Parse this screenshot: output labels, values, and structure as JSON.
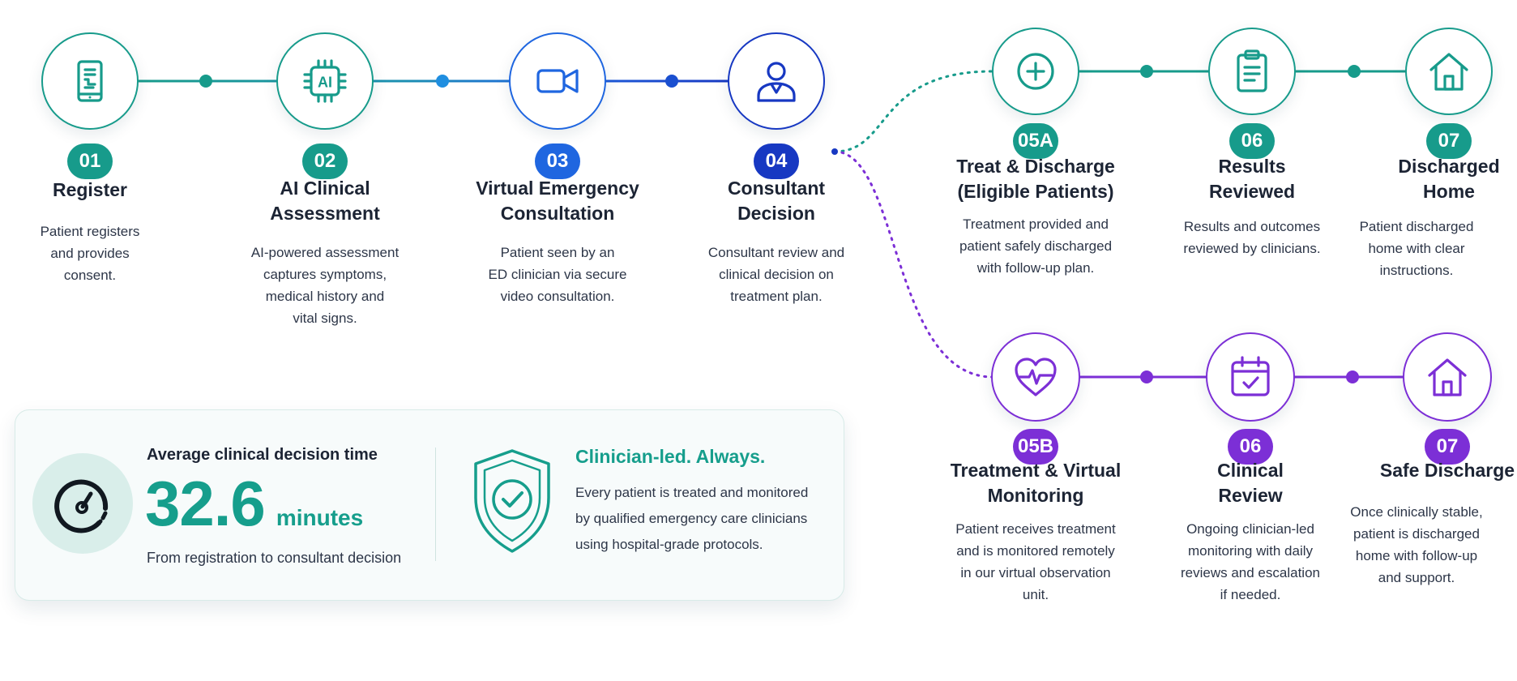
{
  "colors": {
    "teal": "#179b8b",
    "blue": "#1f66e0",
    "navy": "#1738c2",
    "purple": "#7c2fd6"
  },
  "steps": [
    {
      "id": "s01",
      "badge": "01",
      "title": [
        "Register"
      ],
      "desc": [
        "Patient registers",
        "and provides",
        "consent."
      ],
      "icon": "smartphone-icon",
      "color": "#179b8b"
    },
    {
      "id": "s02",
      "badge": "02",
      "title": [
        "AI Clinical",
        "Assessment"
      ],
      "desc": [
        "AI-powered assessment",
        "captures symptoms,",
        "medical history and",
        "vital signs."
      ],
      "icon": "ai-chip-icon",
      "color": "#179b8b"
    },
    {
      "id": "s03",
      "badge": "03",
      "title": [
        "Virtual Emergency",
        "Consultation"
      ],
      "desc": [
        "Patient seen by an",
        "ED clinician via secure",
        "video consultation."
      ],
      "icon": "video-camera-icon",
      "color": "#1f66e0"
    },
    {
      "id": "s04",
      "badge": "04",
      "title": [
        "Consultant",
        "Decision"
      ],
      "desc": [
        "Consultant review and",
        "clinical decision on",
        "treatment plan."
      ],
      "icon": "user-icon",
      "color": "#1738c2"
    },
    {
      "id": "s05a",
      "badge": "05A",
      "title": [
        "Treat & Discharge",
        "(Eligible Patients)"
      ],
      "desc": [
        "Treatment provided and",
        "patient safely discharged",
        "with follow-up plan."
      ],
      "icon": "plus-circle-icon",
      "color": "#179b8b"
    },
    {
      "id": "s06a",
      "badge": "06",
      "title": [
        "Results",
        "Reviewed"
      ],
      "desc": [
        "Results and outcomes",
        "reviewed by clinicians."
      ],
      "icon": "clipboard-icon",
      "color": "#179b8b"
    },
    {
      "id": "s07a",
      "badge": "07",
      "title": [
        "Discharged",
        "Home"
      ],
      "desc": [
        "Patient discharged",
        "home with clear",
        "instructions."
      ],
      "icon": "home-icon",
      "color": "#179b8b"
    },
    {
      "id": "s05b",
      "badge": "05B",
      "title": [
        "Treatment & Virtual",
        "Monitoring"
      ],
      "desc": [
        "Patient receives treatment",
        "and is monitored remotely",
        "in our virtual observation",
        "unit."
      ],
      "icon": "heart-pulse-icon",
      "color": "#7c2fd6"
    },
    {
      "id": "s06b",
      "badge": "06",
      "title": [
        "Clinical",
        "Review"
      ],
      "desc": [
        "Ongoing clinician-led",
        "monitoring with daily",
        "reviews and escalation",
        "if needed."
      ],
      "icon": "calendar-check-icon",
      "color": "#7c2fd6"
    },
    {
      "id": "s07b",
      "badge": "07",
      "title": [
        "Safe Discharge"
      ],
      "desc": [
        "Once clinically stable,",
        "patient is discharged",
        "home with follow-up",
        "and support."
      ],
      "icon": "home-icon",
      "color": "#7c2fd6"
    }
  ],
  "stat": {
    "label": "Average clinical decision time",
    "value": "32.6",
    "unit": "minutes",
    "sub": "From registration to consultant decision",
    "icon": "speedometer-icon"
  },
  "clinician": {
    "title": "Clinician-led. Always.",
    "body": [
      "Every patient is treated and monitored",
      "by qualified emergency care clinicians",
      "using hospital-grade protocols."
    ],
    "icon": "shield-check-icon"
  }
}
